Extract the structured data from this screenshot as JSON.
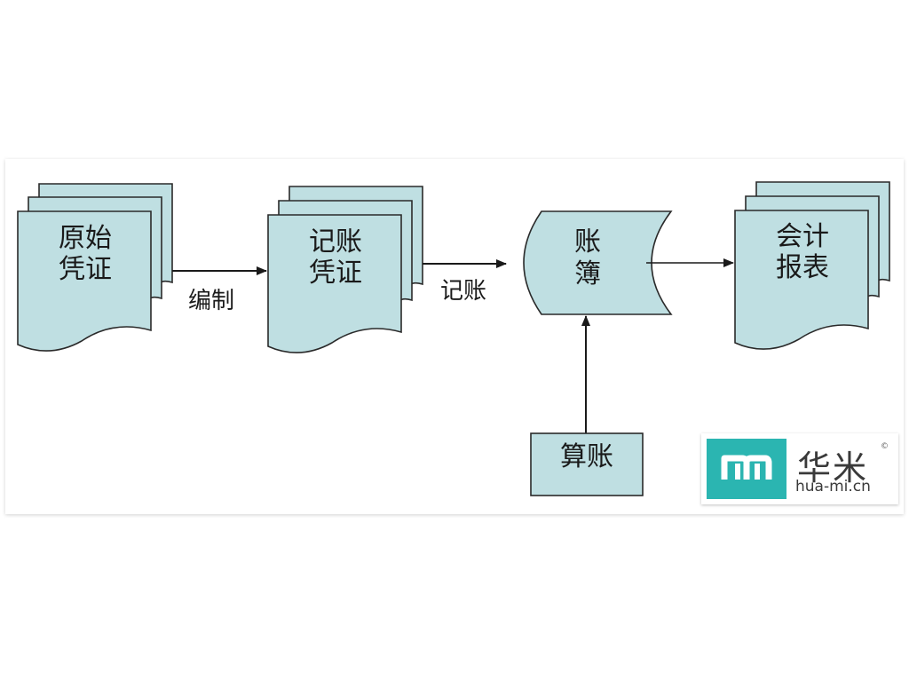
{
  "nodes": {
    "original_voucher": {
      "line1": "原始",
      "line2": "凭证"
    },
    "bookkeeping_voucher": {
      "line1": "记账",
      "line2": "凭证"
    },
    "ledger": {
      "line1": "账",
      "line2": "簿"
    },
    "accounting_report": {
      "line1": "会计",
      "line2": "报表"
    },
    "calculate": {
      "label": "算账"
    }
  },
  "edges": {
    "compile": "编制",
    "post": "记账"
  },
  "colors": {
    "shape_fill": "#bfdfe2",
    "shape_stroke": "#2a2a2a",
    "logo_teal": "#2bb5b1"
  },
  "logo": {
    "name_cn": "华米",
    "domain": "hua-mi.cn",
    "mark": "m-logo-icon"
  }
}
